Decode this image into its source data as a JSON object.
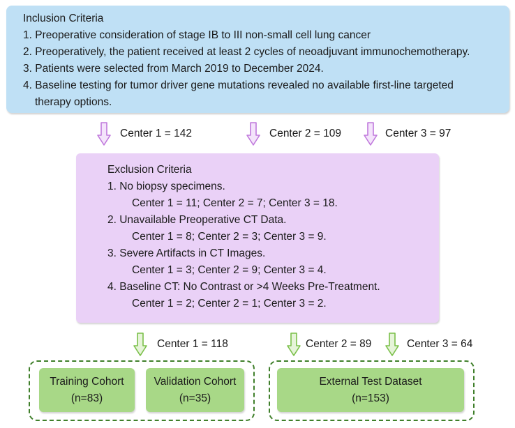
{
  "inclusion": {
    "title": "Inclusion Criteria",
    "items": [
      "1. Preoperative consideration of stage IB to III non-small cell lung cancer",
      "2. Preoperatively, the patient received at least 2 cycles of neoadjuvant immunochemotherapy.",
      "3. Patients were selected from March 2019 to December 2024.",
      "4. Baseline testing for tumor driver gene mutations revealed no available first-line targeted",
      "therapy options."
    ]
  },
  "screened": {
    "center1": "Center 1 = 142",
    "center2": "Center 2 = 109",
    "center3": "Center 3 = 97"
  },
  "exclusion": {
    "title": "Exclusion Criteria",
    "items": [
      {
        "label": "1. No biopsy specimens.",
        "detail": "Center 1 = 11; Center 2 = 7; Center 3 = 18."
      },
      {
        "label": "2. Unavailable Preoperative CT Data.",
        "detail": "Center 1 = 8; Center 2 = 3; Center 3 = 9."
      },
      {
        "label": "3. Severe Artifacts in CT Images.",
        "detail": "Center 1 = 3; Center 2 = 9; Center 3 = 4."
      },
      {
        "label": "4. Baseline CT: No Contrast or >4 Weeks Pre-Treatment.",
        "detail": "Center 1 = 2; Center 2 = 1; Center 3 = 2."
      }
    ]
  },
  "included": {
    "center1": "Center 1 = 118",
    "center2": "Center 2 = 89",
    "center3": "Center 3 = 64"
  },
  "cohorts": {
    "training": {
      "label": "Training Cohort",
      "n": "(n=83)"
    },
    "validation": {
      "label": "Validation Cohort",
      "n": "(n=35)"
    },
    "external": {
      "label": "External Test Dataset",
      "n": "(n=153)"
    }
  },
  "colors": {
    "inclusion_fill": "#bfe0f5",
    "exclusion_fill": "#ead1f7",
    "cohort_fill": "#a8d887",
    "group_border": "#3f7f2a",
    "purple_arrow": "#c079dc",
    "green_arrow": "#7bc04a"
  }
}
